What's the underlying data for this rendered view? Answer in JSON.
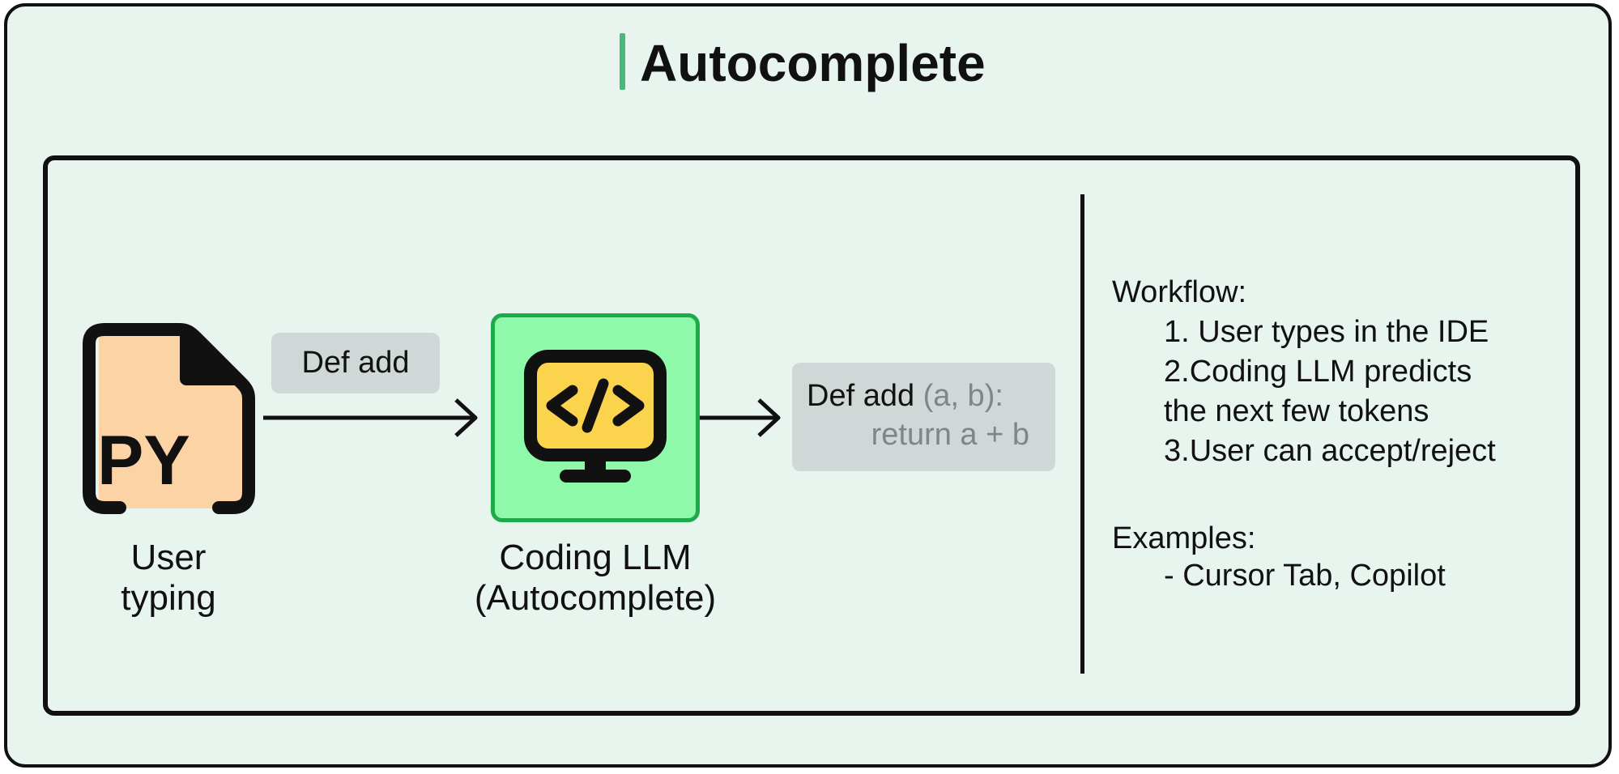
{
  "title": "Autocomplete",
  "colors": {
    "background": "#e8f5ef",
    "accent_bar": "#49b97a",
    "file_fill": "#fcd3a4",
    "llm_fill": "#8ef9a8",
    "llm_border": "#1faa4a",
    "monitor_screen": "#fcd34d",
    "chip_fill": "#cfd8d7",
    "muted_text": "#808585"
  },
  "diagram": {
    "input_icon": "python-file-icon",
    "input_icon_text": "PY",
    "input_label_line1": "User",
    "input_label_line2": "typing",
    "input_chip": "Def add",
    "model_icon": "code-monitor-icon",
    "model_label_line1": "Coding LLM",
    "model_label_line2": "(Autocomplete)",
    "output_typed": "Def add",
    "output_suggested_args": "(a, b):",
    "output_suggested_body": "return a + b"
  },
  "sidebar": {
    "workflow_heading": "Workflow:",
    "workflow_steps": [
      "1. User types in the IDE",
      "2.Coding LLM predicts",
      "the next few tokens",
      "3.User can accept/reject"
    ],
    "examples_heading": "Examples:",
    "examples": [
      "- Cursor Tab, Copilot"
    ]
  }
}
